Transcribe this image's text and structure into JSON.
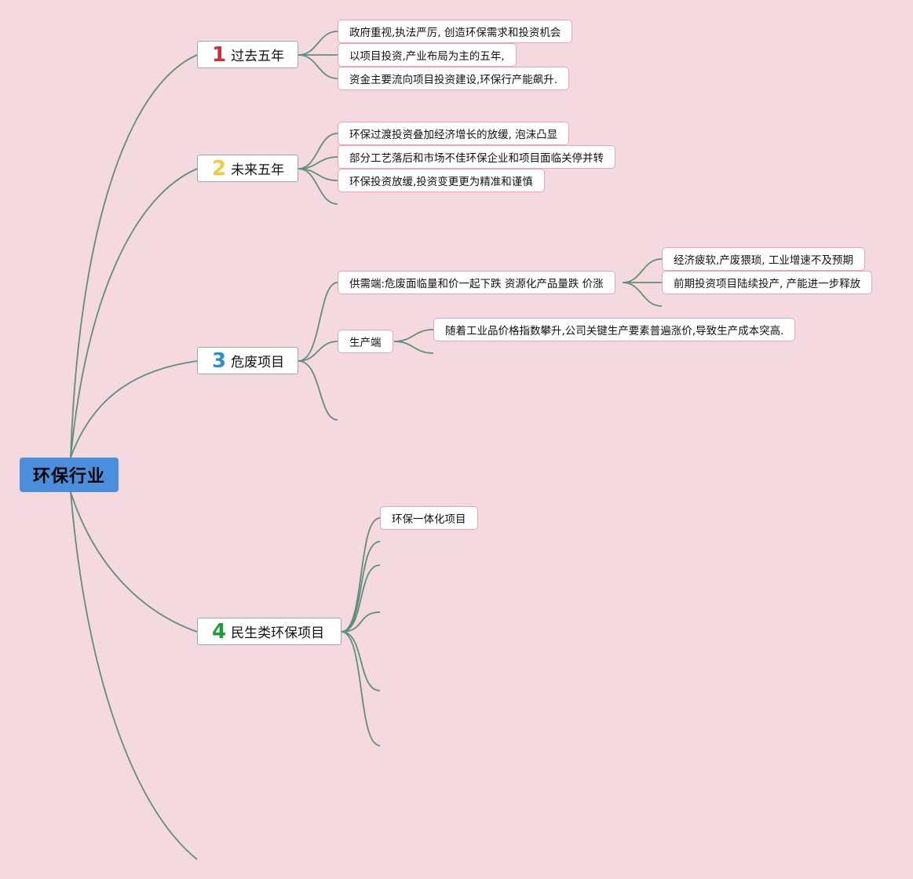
{
  "root": {
    "label": "环保行业"
  },
  "branches": [
    {
      "num": "1",
      "num_color": "#d42a3c",
      "label": "过去五年",
      "children": [
        "政府重视,执法严厉, 创造环保需求和投资机会",
        "以项目投资,产业布局为主的五年,",
        "资金主要流向项目投资建设,环保行产能飙升."
      ]
    },
    {
      "num": "2",
      "num_color": "#f2cc3a",
      "label": "未来五年",
      "children": [
        "环保过渡投资叠加经济增长的放缓, 泡沫凸显",
        "部分工艺落后和市场不佳环保企业和项目面临关停并转",
        "环保投资放缓,投资变更更为精准和谨慎"
      ]
    },
    {
      "num": "3",
      "num_color": "#2a8fd8",
      "label": "危废项目",
      "children": [
        {
          "label": "供需端:危废面临量和价一起下跌 资源化产品量跌 价涨",
          "children": [
            "经济疲软,产废猥琐, 工业增速不及预期",
            "前期投资项目陆续投产, 产能进一步释放"
          ]
        },
        {
          "label": "生产端",
          "children": [
            "随着工业品价格指数攀升,公司关键生产要素普遍涨价,导致生产成本突高."
          ]
        }
      ]
    },
    {
      "num": "4",
      "num_color": "#1e9e3a",
      "label": "民生类环保项目",
      "children": [
        "环保一体化项目"
      ]
    }
  ],
  "colors": {
    "background": "#f4d9e0",
    "root": "#4a8fdc",
    "link": "#5f8f7c",
    "leaf_border": "#e6a6b8"
  }
}
